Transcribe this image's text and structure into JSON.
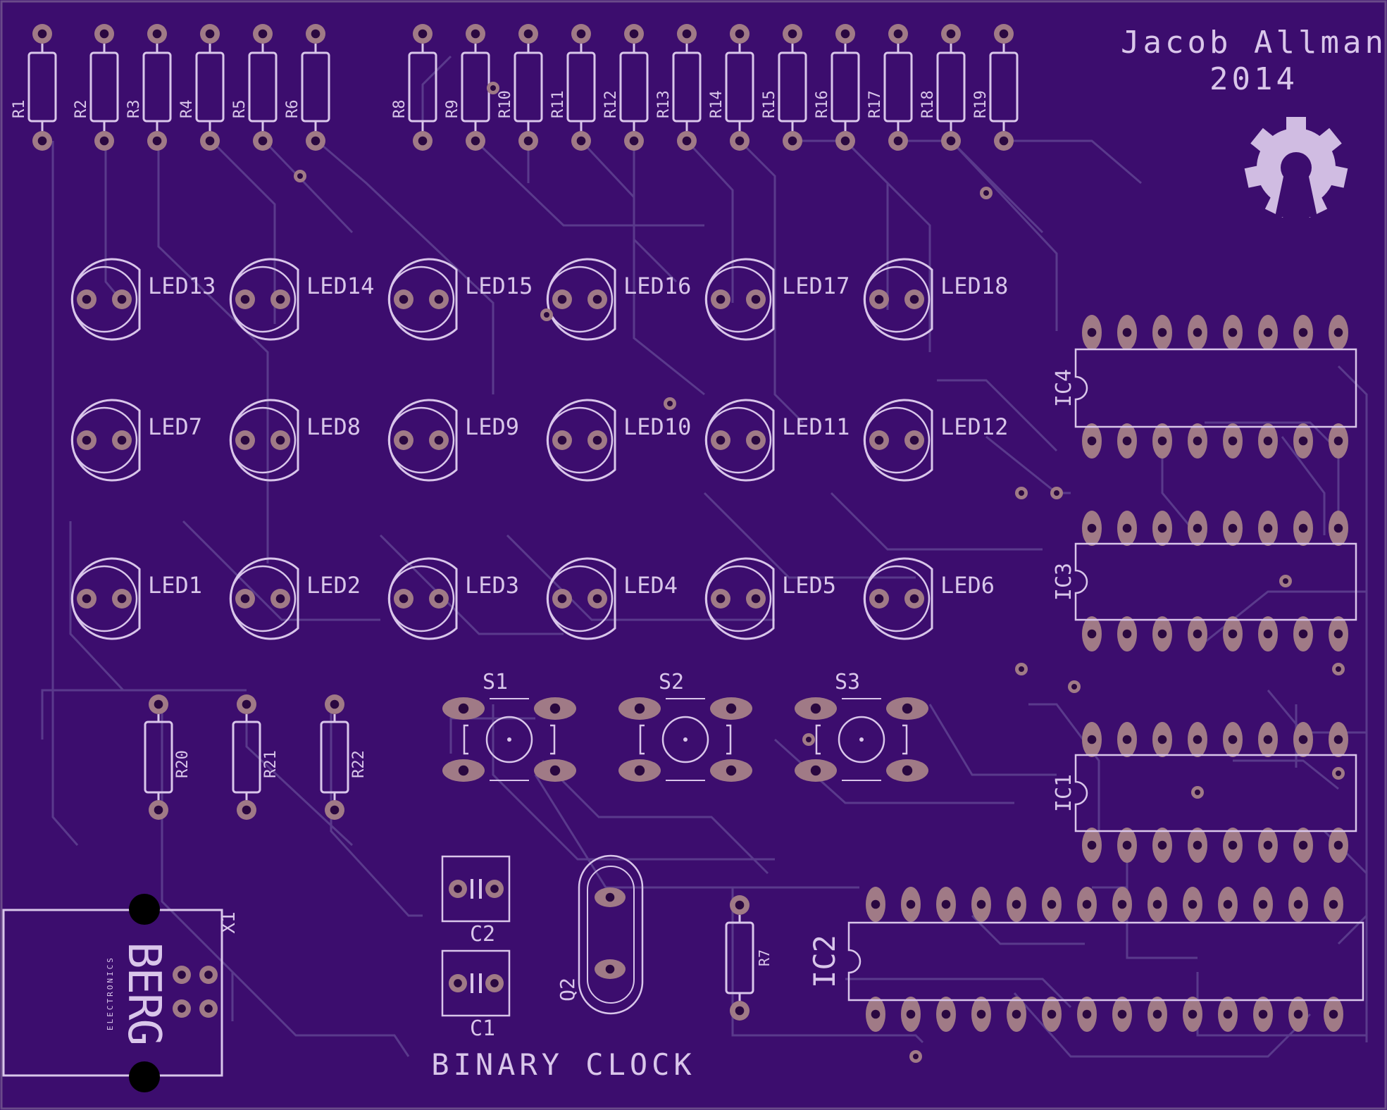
{
  "board": {
    "title": "BINARY CLOCK",
    "author_line1": "Jacob Allman",
    "author_line2": "2014",
    "colors": {
      "board": "#3c0d6e",
      "edge": "#6a4a8a",
      "silk": "#d9c6ea",
      "trace": "#5a3a8c",
      "copper": "#a07a86",
      "hole": "#2a0840"
    },
    "logo_icon": "open-hardware-gear-icon"
  },
  "resistors_top": [
    "R1",
    "R2",
    "R3",
    "R4",
    "R5",
    "R6",
    "R8",
    "R9",
    "R10",
    "R11",
    "R12",
    "R13",
    "R14",
    "R15",
    "R16",
    "R17",
    "R18",
    "R19"
  ],
  "resistors_bottom": [
    "R20",
    "R21",
    "R22"
  ],
  "resistor_r7": "R7",
  "leds": [
    [
      "LED13",
      "LED14",
      "LED15",
      "LED16",
      "LED17",
      "LED18"
    ],
    [
      "LED7",
      "LED8",
      "LED9",
      "LED10",
      "LED11",
      "LED12"
    ],
    [
      "LED1",
      "LED2",
      "LED3",
      "LED4",
      "LED5",
      "LED6"
    ]
  ],
  "switches": [
    "S1",
    "S2",
    "S3"
  ],
  "ics": [
    "IC4",
    "IC3",
    "IC1",
    "IC2"
  ],
  "capacitors": [
    "C2",
    "C1"
  ],
  "crystal": "Q2",
  "connector": {
    "label": "X1",
    "brand": "BERG",
    "brand_sub": "ELECTRONICS"
  }
}
